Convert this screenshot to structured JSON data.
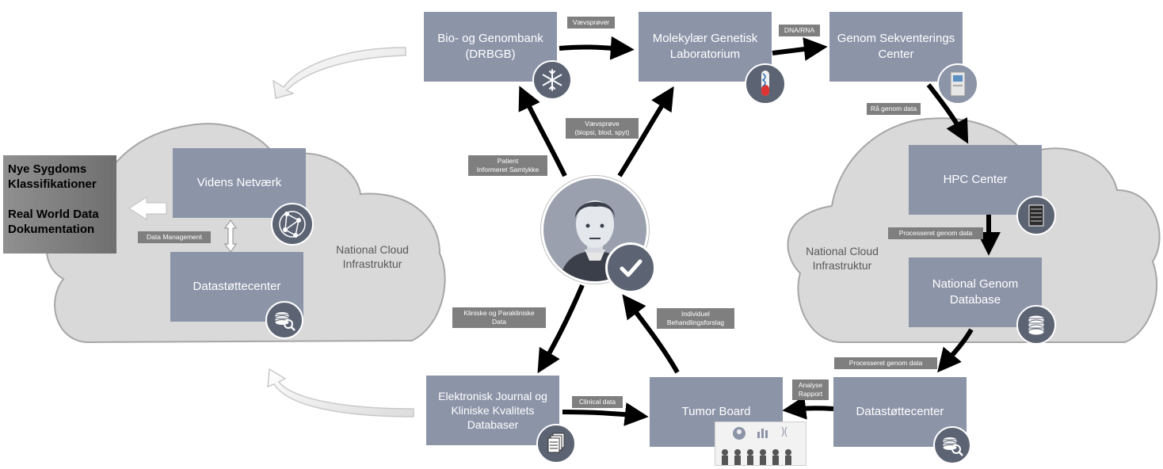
{
  "nodes": {
    "biobank": "Bio- og Genombank\n(DRBGB)",
    "mol_lab": "Molekylær Genetisk\nLaboratorium",
    "seq_center": "Genom Sekventerings\nCenter",
    "hpc": "HPC Center",
    "national_db": "National Genom\nDatabase",
    "datastotte_right": "Datastøttecenter",
    "tumor_board": "Tumor Board",
    "ejournal": "Elektronisk Journal og\nKliniske Kvalitets\nDatabaser",
    "videns": "Videns Netværk",
    "datastotte_left": "Datastøttecenter"
  },
  "tags": {
    "vaevsprover": "Vævsprøver",
    "dna_rna": "DNA/RNA",
    "raa_genom": "Rå genom data",
    "vaevsprove": "Vævsprøve\n(biopsi, blod, spyt)",
    "patient_samtykke": "Patient\nInformeret Samtykke",
    "processeret1": "Processeret genom data",
    "processeret2": "Processeret  genom data",
    "analyse": "Analyse\nRapport",
    "clinical": "Clinical data",
    "individuel": "Individuel\nBehandlingsforslag",
    "kliniske": "Kliniske og Parakliniske\nData",
    "data_mgmt": "Data Management"
  },
  "clouds": {
    "left_label": "National Cloud\nInfrastruktur",
    "right_label": "National Cloud\nInfrastruktur"
  },
  "outputs": {
    "line1": "Nye Sygdoms",
    "line2": "Klassifikationer",
    "line3": "Real World Data",
    "line4": "Dokumentation"
  },
  "colors": {
    "box": "#8c94a8",
    "cloud": "#d9d9d9",
    "tag": "#7f7f7f",
    "icon": "#5c6373",
    "arrow": "#000000"
  }
}
